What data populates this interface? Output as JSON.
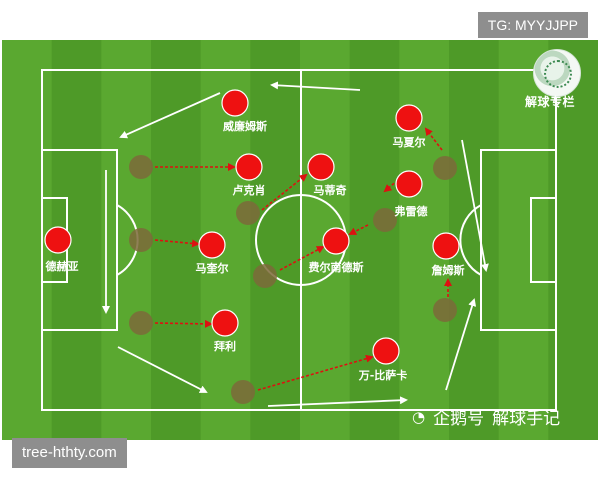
{
  "watermarks": {
    "tg": "TG: MYYJJPP",
    "site": "tree-hthty.com",
    "column": "解球专栏",
    "platform": "企鹅号",
    "author": "解球手记"
  },
  "icons": {
    "logo": "club-crest-logo",
    "penguin": "penguin-icon"
  },
  "colors": {
    "pitch_dark": "#4e9a28",
    "pitch_light": "#5aa830",
    "player_red": "#ee1111",
    "ghost_player": "#7d6a3a",
    "line_white": "#ffffff",
    "arrow_red": "#dd1111"
  },
  "players": [
    {
      "name": "威廉姆斯"
    },
    {
      "name": "卢克肖"
    },
    {
      "name": "马蒂奇"
    },
    {
      "name": "德赫亚"
    },
    {
      "name": "马奎尔"
    },
    {
      "name": "费尔南德斯"
    },
    {
      "name": "拜利"
    },
    {
      "name": "万-比萨卡"
    },
    {
      "name": "马夏尔"
    },
    {
      "name": "弗雷德"
    },
    {
      "name": "詹姆斯"
    }
  ]
}
